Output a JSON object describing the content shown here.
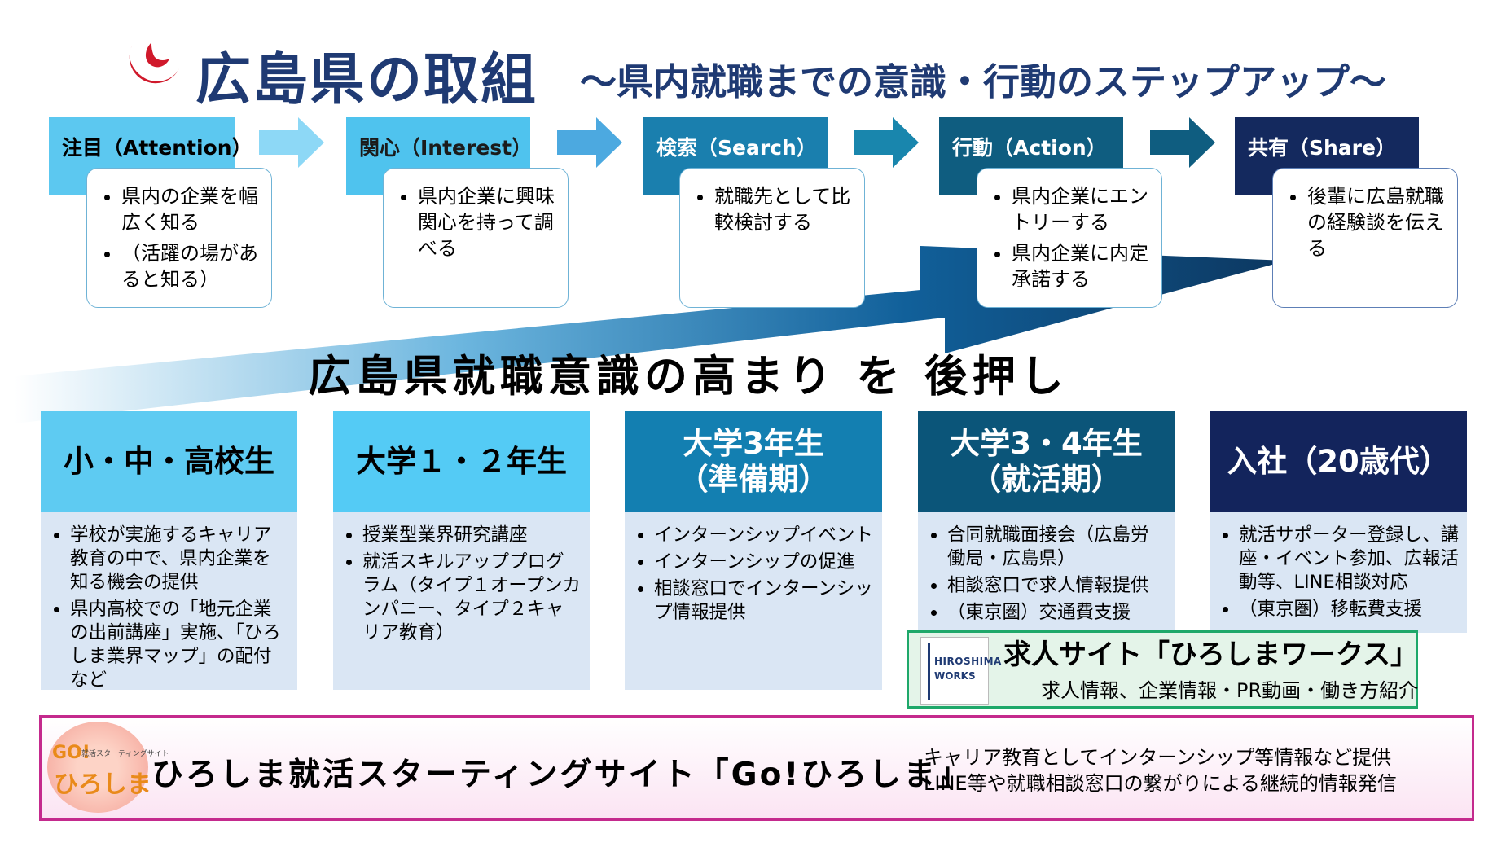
{
  "header": {
    "title": "広島県の取組",
    "subtitle": "～県内就職までの意識・行動のステップアップ～"
  },
  "steps": [
    {
      "label": "注目（Attention）",
      "items": [
        "県内の企業を幅広く知る",
        "（活躍の場があると知る）"
      ]
    },
    {
      "label": "関心（Interest）",
      "items": [
        "県内企業に興味関心を持って調べる"
      ]
    },
    {
      "label": "検索（Search）",
      "items": [
        "就職先として比較検討する"
      ]
    },
    {
      "label": "行動（Action）",
      "items": [
        "県内企業にエントリーする",
        "県内企業に内定承諾する"
      ]
    },
    {
      "label": "共有（Share）",
      "items": [
        "後輩に広島就職の経験談を伝える"
      ]
    }
  ],
  "slogan": "広島県就職意識の高まり を 後押し",
  "stages": [
    {
      "title_line1": "小・中・高校生",
      "title_line2": "",
      "items": [
        "学校が実施するキャリア教育の中で、県内企業を知る機会の提供",
        "県内高校での「地元企業の出前講座」実施、「ひろしま業界マップ」の配付　など"
      ]
    },
    {
      "title_line1": "大学１・２年生",
      "title_line2": "",
      "items": [
        "授業型業界研究講座",
        "就活スキルアッププログラム（タイプ１オープンカンパニー、タイプ２キャリア教育）"
      ]
    },
    {
      "title_line1": "大学3年生",
      "title_line2": "（準備期）",
      "items": [
        "インターンシップイベント",
        "インターンシップの促進",
        "相談窓口でインターンシップ情報提供"
      ]
    },
    {
      "title_line1": "大学3・4年生",
      "title_line2": "（就活期）",
      "items": [
        "合同就職面接会（広島労働局・広島県）",
        "相談窓口で求人情報提供",
        "（東京圏）交通費支援"
      ]
    },
    {
      "title_line1": "入社（20歳代）",
      "title_line2": "",
      "items": [
        "就活サポーター登録し、講座・イベント参加、広報活動等、LINE相談対応",
        "（東京圏）移転費支援"
      ]
    }
  ],
  "works": {
    "logo_text_1": "HIROSHIMA",
    "logo_text_2": "WORKS",
    "title": "求人サイト「ひろしまワークス」",
    "desc": "求人情報、企業情報・PR動画・働き方紹介"
  },
  "go": {
    "logo_top": "GO!",
    "logo_small": "就活スターティングサイト",
    "logo_main": "ひろしま",
    "title": "ひろしま就活スターティングサイト「Go!ひろしま」",
    "desc_line1": "キャリア教育としてインターンシップ等情報など提供",
    "desc_line2": "LINE等や就職相談窓口の繋がりによる継続的情報発信"
  },
  "colors": {
    "title": "#1f3a73",
    "step1": "#5cc8f0",
    "step2": "#4fc3ee",
    "step3": "#1a7fae",
    "step4": "#0f5d80",
    "step5": "#14295e",
    "stage1": "#5ecbf2",
    "stage2": "#54cbf5",
    "stage3": "#137fb1",
    "stage4": "#0b5579",
    "stage5": "#13245c",
    "stage_body": "#dae6f4",
    "works_border": "#1ea86a",
    "go_border": "#c42a8d"
  }
}
